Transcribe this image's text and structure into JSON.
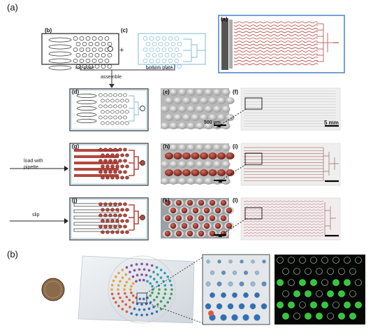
{
  "figure": {
    "part_a_label": "(a)",
    "part_b_label": "(b)",
    "panels": {
      "a": "(a)",
      "b": "(b)",
      "c": "(c)",
      "d": "(d)",
      "e": "(e)",
      "f": "(f)",
      "g": "(g)",
      "h": "(h)",
      "i": "(i)",
      "j": "(j)",
      "k": "(k)",
      "l": "(l)"
    },
    "text": {
      "top_plate": "top plate",
      "bottom_plate": "bottom plate",
      "plus": "+",
      "assemble": "assemble",
      "load_with_pipette": "load with\npipette",
      "slip": "slip",
      "scale_500um": "500 µm",
      "scale_5mm": "5 mm"
    },
    "colors": {
      "red": "#b5473d",
      "blue": "#7fb8d6",
      "dark": "#333333"
    }
  }
}
